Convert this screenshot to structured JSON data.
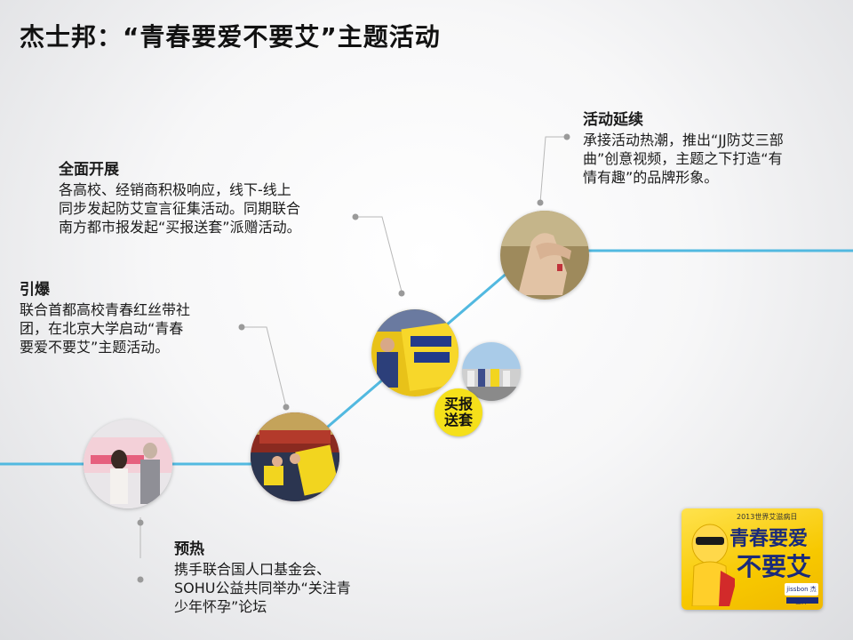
{
  "title": "杰士邦：“青春要爱不要艾”主题活动",
  "colors": {
    "timeline": "#52b9e0",
    "connector": "#b8b8b8",
    "dot": "#9a9a9a",
    "badge": "#f5e01a"
  },
  "milestones": [
    {
      "heading": "预热",
      "lines": [
        "携手联合国人口基金会、",
        "SOHU公益共同举办“关注青",
        "少年怀孕”论坛"
      ]
    },
    {
      "heading": "引爆",
      "lines": [
        "联合首都高校青春红丝带社",
        "团，在北京大学启动“青春",
        "要爱不要艾”主题活动。"
      ]
    },
    {
      "heading": "全面开展",
      "lines": [
        "各高校、经销商积极响应，线下-线上",
        "同步发起防艾宣言征集活动。同期联合",
        "南方都市报发起“买报送套”派赠活动。"
      ]
    },
    {
      "heading": "活动延续",
      "lines": [
        "承接活动热潮，推出“JJ防艾三部",
        "曲”创意视频，主题之下打造“有",
        "情有趣”的品牌形象。"
      ]
    }
  ],
  "badge": {
    "line1": "买报",
    "line2": "送套"
  },
  "promo": {
    "small_text": "2013世界艾滋病日",
    "line1": "青春要爱",
    "line2": "不要艾",
    "brand": "jissbon 杰士邦"
  }
}
